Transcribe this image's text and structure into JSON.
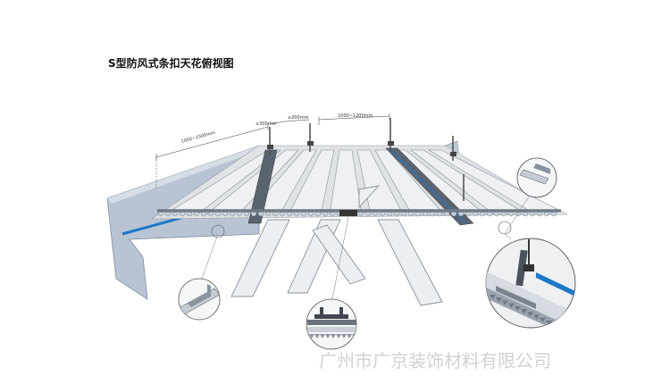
{
  "title": "S型防风式条扣天花俯视图",
  "watermark": "广州市广京装饰材料有限公司",
  "dimensions": {
    "d1": "1000~1500mm",
    "d2": "≤300mm",
    "d3": "≤200mm",
    "d4": "1000~1200mm"
  },
  "colors": {
    "wall": "#b8c4d4",
    "wall_dark": "#9aa8ba",
    "strip": "#e9ecef",
    "strip_edge": "#8b9099",
    "carrier": "#5a6470",
    "accent": "#1e78c8",
    "watermark": "#d2d2d2"
  }
}
